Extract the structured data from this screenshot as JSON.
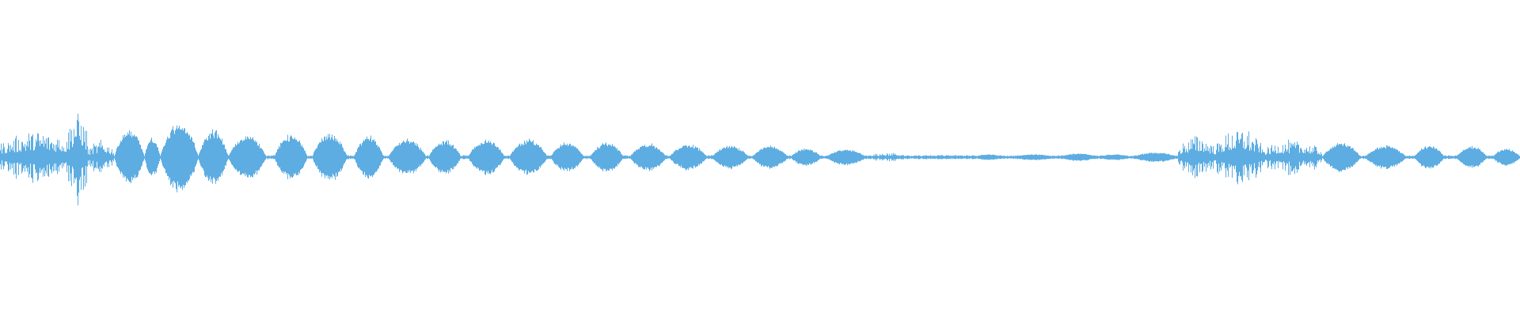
{
  "waveform": {
    "color": "#5DADE2",
    "background": "#FFFFFF",
    "envelope_segments": [
      {
        "start": 0.0,
        "end": 0.05,
        "peak": 0.55,
        "style": "spiky"
      },
      {
        "start": 0.044,
        "end": 0.058,
        "peak": 1.0,
        "style": "spiky"
      },
      {
        "start": 0.058,
        "end": 0.075,
        "peak": 0.35,
        "style": "spiky"
      },
      {
        "start": 0.075,
        "end": 0.095,
        "peak": 0.55,
        "style": "blob"
      },
      {
        "start": 0.095,
        "end": 0.105,
        "peak": 0.4,
        "style": "blob"
      },
      {
        "start": 0.105,
        "end": 0.13,
        "peak": 0.7,
        "style": "blob"
      },
      {
        "start": 0.13,
        "end": 0.15,
        "peak": 0.55,
        "style": "blob"
      },
      {
        "start": 0.15,
        "end": 0.175,
        "peak": 0.45,
        "style": "blob"
      },
      {
        "start": 0.18,
        "end": 0.202,
        "peak": 0.45,
        "style": "blob"
      },
      {
        "start": 0.205,
        "end": 0.228,
        "peak": 0.48,
        "style": "blob"
      },
      {
        "start": 0.233,
        "end": 0.252,
        "peak": 0.44,
        "style": "blob"
      },
      {
        "start": 0.255,
        "end": 0.28,
        "peak": 0.36,
        "style": "blob"
      },
      {
        "start": 0.282,
        "end": 0.303,
        "peak": 0.34,
        "style": "blob"
      },
      {
        "start": 0.308,
        "end": 0.332,
        "peak": 0.36,
        "style": "blob"
      },
      {
        "start": 0.335,
        "end": 0.36,
        "peak": 0.36,
        "style": "blob"
      },
      {
        "start": 0.362,
        "end": 0.384,
        "peak": 0.3,
        "style": "blob"
      },
      {
        "start": 0.388,
        "end": 0.41,
        "peak": 0.3,
        "style": "blob"
      },
      {
        "start": 0.414,
        "end": 0.438,
        "peak": 0.28,
        "style": "blob"
      },
      {
        "start": 0.44,
        "end": 0.465,
        "peak": 0.26,
        "style": "blob"
      },
      {
        "start": 0.468,
        "end": 0.492,
        "peak": 0.24,
        "style": "blob"
      },
      {
        "start": 0.495,
        "end": 0.518,
        "peak": 0.24,
        "style": "blob"
      },
      {
        "start": 0.52,
        "end": 0.54,
        "peak": 0.18,
        "style": "blob"
      },
      {
        "start": 0.543,
        "end": 0.57,
        "peak": 0.16,
        "style": "blob"
      },
      {
        "start": 0.572,
        "end": 0.595,
        "peak": 0.1,
        "style": "spiky"
      },
      {
        "start": 0.595,
        "end": 0.64,
        "peak": 0.05,
        "style": "spiky"
      },
      {
        "start": 0.64,
        "end": 0.66,
        "peak": 0.06,
        "style": "blob"
      },
      {
        "start": 0.665,
        "end": 0.695,
        "peak": 0.06,
        "style": "blob"
      },
      {
        "start": 0.697,
        "end": 0.722,
        "peak": 0.08,
        "style": "blob"
      },
      {
        "start": 0.722,
        "end": 0.745,
        "peak": 0.06,
        "style": "blob"
      },
      {
        "start": 0.745,
        "end": 0.775,
        "peak": 0.1,
        "style": "blob"
      },
      {
        "start": 0.775,
        "end": 0.8,
        "peak": 0.45,
        "style": "spiky"
      },
      {
        "start": 0.8,
        "end": 0.83,
        "peak": 0.6,
        "style": "spiky"
      },
      {
        "start": 0.83,
        "end": 0.87,
        "peak": 0.35,
        "style": "spiky"
      },
      {
        "start": 0.87,
        "end": 0.895,
        "peak": 0.3,
        "style": "blob"
      },
      {
        "start": 0.898,
        "end": 0.925,
        "peak": 0.24,
        "style": "blob"
      },
      {
        "start": 0.93,
        "end": 0.95,
        "peak": 0.24,
        "style": "blob"
      },
      {
        "start": 0.958,
        "end": 0.978,
        "peak": 0.22,
        "style": "blob"
      },
      {
        "start": 0.982,
        "end": 1.0,
        "peak": 0.18,
        "style": "blob"
      }
    ]
  }
}
